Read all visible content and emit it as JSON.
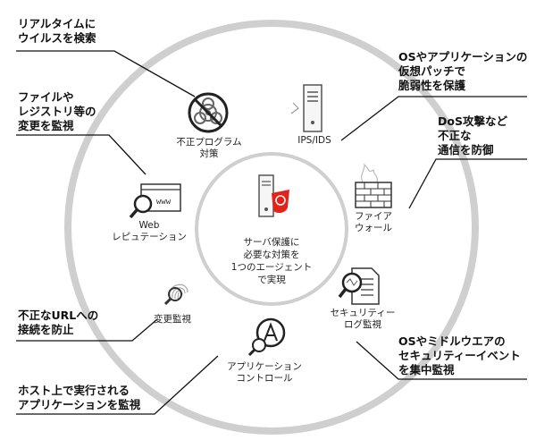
{
  "center": {
    "text": "サーバ保護に\n必要な対策を\n1つのエージェント\nで実現"
  },
  "modules": [
    {
      "id": "anti-malware",
      "label": "不正プログラム\n対策",
      "icon": "biohazard-prohibited-icon"
    },
    {
      "id": "ips",
      "label": "IPS/IDS",
      "icon": "server-icon"
    },
    {
      "id": "firewall",
      "label": "ファイア\nウォール",
      "icon": "firewall-icon"
    },
    {
      "id": "log",
      "label": "セキュリティー\nログ監視",
      "icon": "log-search-icon"
    },
    {
      "id": "app-control",
      "label": "アプリケーション\nコントロール",
      "icon": "app-control-icon"
    },
    {
      "id": "integrity",
      "label": "変更監視",
      "icon": "fingerprint-icon"
    },
    {
      "id": "web-reputation",
      "label": "Web\nレピュテーション",
      "icon": "web-search-icon"
    }
  ],
  "callouts": [
    {
      "id": "c1",
      "text": "リアルタイムに\nウイルスを検索"
    },
    {
      "id": "c2",
      "text": "ファイルや\nレジストリ等の\n変更を監視"
    },
    {
      "id": "c3",
      "text": "不正なURLへの\n接続を防止"
    },
    {
      "id": "c4",
      "text": "ホスト上で実行される\nアプリケーションを監視"
    },
    {
      "id": "c5",
      "text": "OSやアプリケーションの\n仮想パッチで\n脆弱性を保護"
    },
    {
      "id": "c6",
      "text": "DoS攻撃など\n不正な\n通信を防御"
    },
    {
      "id": "c7",
      "text": "OSやミドルウエアの\nセキュリティーイベント\nを集中監視"
    }
  ],
  "colors": {
    "ring": "#cfcfcf",
    "ring_fill": "#ffffff",
    "line": "#111111",
    "accent": "#e2231a"
  }
}
